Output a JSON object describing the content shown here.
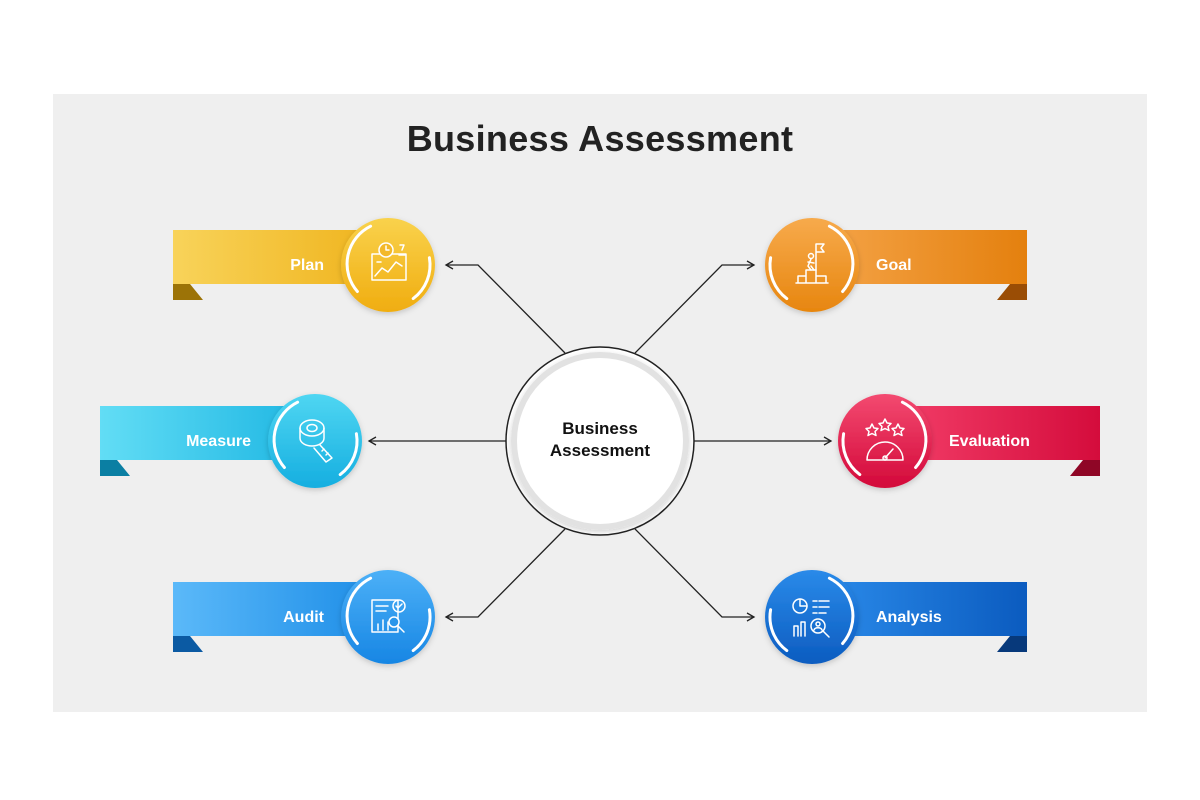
{
  "title": "Business Assessment",
  "hub": {
    "line1": "Business",
    "line2": "Assessment"
  },
  "nodes": {
    "plan": {
      "label": "Plan",
      "icon": "plan-chart-icon",
      "color_light": "#f7cf4f",
      "color_dark": "#efb21a"
    },
    "goal": {
      "label": "Goal",
      "icon": "goal-flag-icon",
      "color_light": "#f5a54a",
      "color_dark": "#e57f10"
    },
    "measure": {
      "label": "Measure",
      "icon": "measuring-tape-icon",
      "color_light": "#5fdaf3",
      "color_dark": "#1db7e3"
    },
    "evaluation": {
      "label": "Evaluation",
      "icon": "rating-gauge-icon",
      "color_light": "#f5436a",
      "color_dark": "#d70f3f"
    },
    "audit": {
      "label": "Audit",
      "icon": "audit-report-icon",
      "color_light": "#55b5f8",
      "color_dark": "#1a8de8"
    },
    "analysis": {
      "label": "Analysis",
      "icon": "analysis-report-icon",
      "color_light": "#2a8bea",
      "color_dark": "#0d5fc2"
    }
  }
}
